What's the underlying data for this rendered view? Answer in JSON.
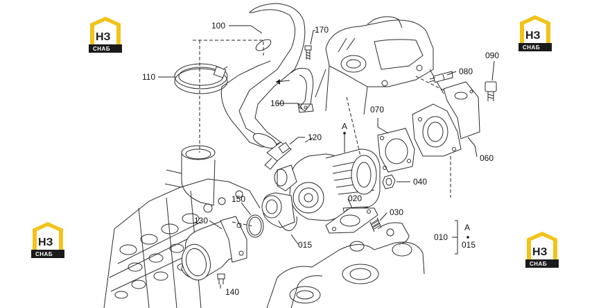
{
  "callouts": {
    "c100": "100",
    "c170": "170",
    "c110": "110",
    "c160": "160",
    "c120": "120",
    "cA1": "A",
    "c070": "070",
    "c080": "080",
    "c090": "090",
    "c060": "060",
    "c040": "040",
    "c150": "150",
    "c020": "020",
    "c030": "030",
    "c130": "130",
    "c015": "015",
    "c140": "140",
    "c010": "010",
    "cA2": "A",
    "c015b": "015"
  },
  "logo": {
    "top": "НЗ",
    "bottom": "СНАБ",
    "accent": "#f2c318",
    "dark": "#1a1a1a"
  }
}
